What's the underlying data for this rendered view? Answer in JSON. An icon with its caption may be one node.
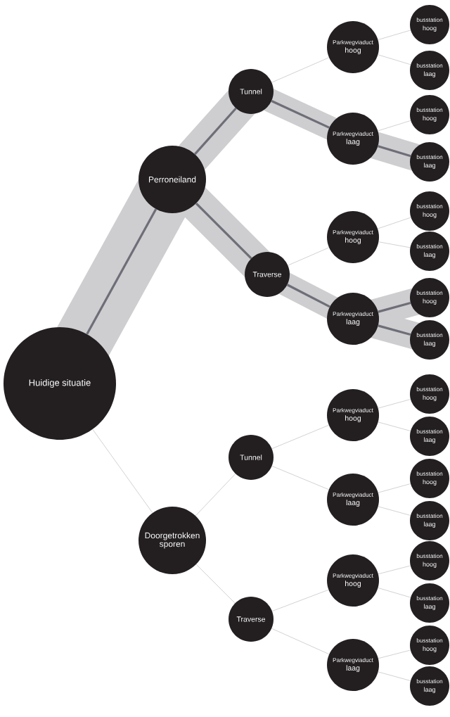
{
  "diagram": {
    "nodes": [
      {
        "text": [
          "Huidige situatie"
        ]
      },
      {
        "text": [
          "Perroneiland"
        ]
      },
      {
        "text": [
          "Tunnel"
        ]
      },
      {
        "text": [
          "Parkwegviaduct",
          "hoog"
        ]
      },
      {
        "text": [
          "busstation",
          "hoog"
        ]
      },
      {
        "text": [
          "busstation",
          "laag"
        ]
      },
      {
        "text": [
          "Parkwegviaduct",
          "laag"
        ]
      },
      {
        "text": [
          "busstation",
          "hoog"
        ]
      },
      {
        "text": [
          "busstation",
          "laag"
        ]
      },
      {
        "text": [
          "Traverse"
        ]
      },
      {
        "text": [
          "Parkwegviaduct",
          "hoog"
        ]
      },
      {
        "text": [
          "busstation",
          "hoog"
        ]
      },
      {
        "text": [
          "busstation",
          "laag"
        ]
      },
      {
        "text": [
          "Parkwegviaduct",
          "laag"
        ]
      },
      {
        "text": [
          "busstation",
          "hoog"
        ]
      },
      {
        "text": [
          "busstation",
          "laag"
        ]
      },
      {
        "text": [
          "Doorgetrokken sporen"
        ]
      },
      {
        "text": [
          "Tunnel"
        ]
      },
      {
        "text": [
          "Parkwegviaduct",
          "hoog"
        ]
      },
      {
        "text": [
          "busstation",
          "hoog"
        ]
      },
      {
        "text": [
          "busstation",
          "laag"
        ]
      },
      {
        "text": [
          "Parkwegviaduct",
          "laag"
        ]
      },
      {
        "text": [
          "busstation",
          "hoog"
        ]
      },
      {
        "text": [
          "busstation",
          "laag"
        ]
      },
      {
        "text": [
          "Traverse"
        ]
      },
      {
        "text": [
          "Parkwegviaduct",
          "hoog"
        ]
      },
      {
        "text": [
          "busstation",
          "hoog"
        ]
      },
      {
        "text": [
          "busstation",
          "laag"
        ]
      },
      {
        "text": [
          "Parkwegviaduct",
          "laag"
        ]
      },
      {
        "text": [
          "busstation",
          "hoog"
        ]
      },
      {
        "text": [
          "busstation",
          "laag"
        ]
      }
    ],
    "edges": [
      {
        "from": 0,
        "to": 1,
        "arrow": "none",
        "style": "thick",
        "color": "#6e6e78"
      },
      {
        "from": 1,
        "to": 2,
        "arrow": "none",
        "style": "thick",
        "color": "#6e6e78"
      },
      {
        "from": 2,
        "to": 3,
        "arrow": "none"
      },
      {
        "from": 3,
        "to": 4,
        "arrow": "none"
      },
      {
        "from": 3,
        "to": 5,
        "arrow": "none"
      },
      {
        "from": 2,
        "to": 6,
        "arrow": "none",
        "style": "thick",
        "color": "#6e6e78"
      },
      {
        "from": 6,
        "to": 7,
        "arrow": "none"
      },
      {
        "from": 6,
        "to": 8,
        "arrow": "none",
        "style": "thick",
        "color": "#6e6e78"
      },
      {
        "from": 1,
        "to": 9,
        "arrow": "none",
        "style": "thick",
        "color": "#6e6e78"
      },
      {
        "from": 9,
        "to": 10,
        "arrow": "none"
      },
      {
        "from": 10,
        "to": 11,
        "arrow": "none"
      },
      {
        "from": 10,
        "to": 12,
        "arrow": "none"
      },
      {
        "from": 9,
        "to": 13,
        "arrow": "none",
        "style": "thick",
        "color": "#6e6e78"
      },
      {
        "from": 13,
        "to": 14,
        "arrow": "none",
        "style": "thick",
        "color": "#6e6e78"
      },
      {
        "from": 13,
        "to": 15,
        "arrow": "none",
        "style": "thick",
        "color": "#6e6e78"
      },
      {
        "from": 0,
        "to": 16,
        "arrow": "none"
      },
      {
        "from": 16,
        "to": 17,
        "arrow": "none"
      },
      {
        "from": 17,
        "to": 18,
        "arrow": "none"
      },
      {
        "from": 18,
        "to": 19,
        "arrow": "none"
      },
      {
        "from": 18,
        "to": 20,
        "arrow": "none"
      },
      {
        "from": 17,
        "to": 21,
        "arrow": "none"
      },
      {
        "from": 21,
        "to": 22,
        "arrow": "none"
      },
      {
        "from": 21,
        "to": 23,
        "arrow": "none"
      },
      {
        "from": 16,
        "to": 24,
        "arrow": "none"
      },
      {
        "from": 24,
        "to": 25,
        "arrow": "none"
      },
      {
        "from": 25,
        "to": 26,
        "arrow": "none"
      },
      {
        "from": 25,
        "to": 27,
        "arrow": "none"
      },
      {
        "from": 24,
        "to": 28,
        "arrow": "none"
      },
      {
        "from": 28,
        "to": 29,
        "arrow": "none"
      },
      {
        "from": 28,
        "to": 30,
        "arrow": "none"
      }
    ]
  }
}
